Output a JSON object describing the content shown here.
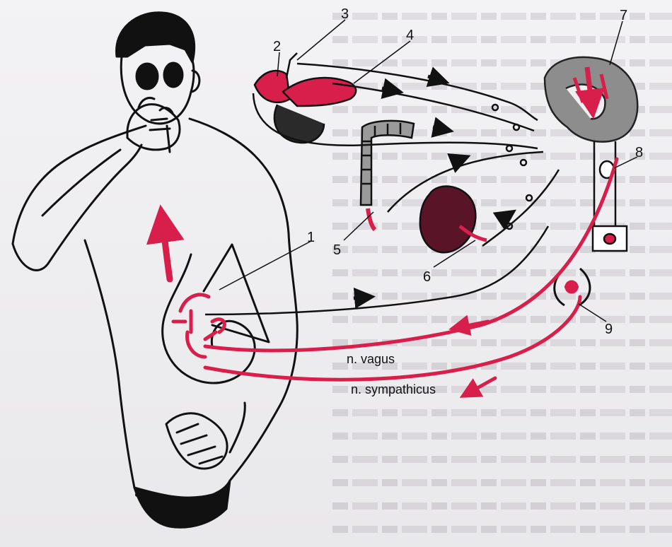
{
  "diagram": {
    "labels": {
      "n1": "1",
      "n2": "2",
      "n3": "3",
      "n4": "4",
      "n5": "5",
      "n6": "6",
      "n7": "7",
      "n8": "8",
      "n9": "9"
    },
    "nerves": {
      "vagus": "n. vagus",
      "sympathicus": "n. sympathicus"
    }
  },
  "colors": {
    "ink": "#111111",
    "red": "#d81e4a",
    "gray": "#8d8d8d",
    "kidney": "#5a1428"
  }
}
